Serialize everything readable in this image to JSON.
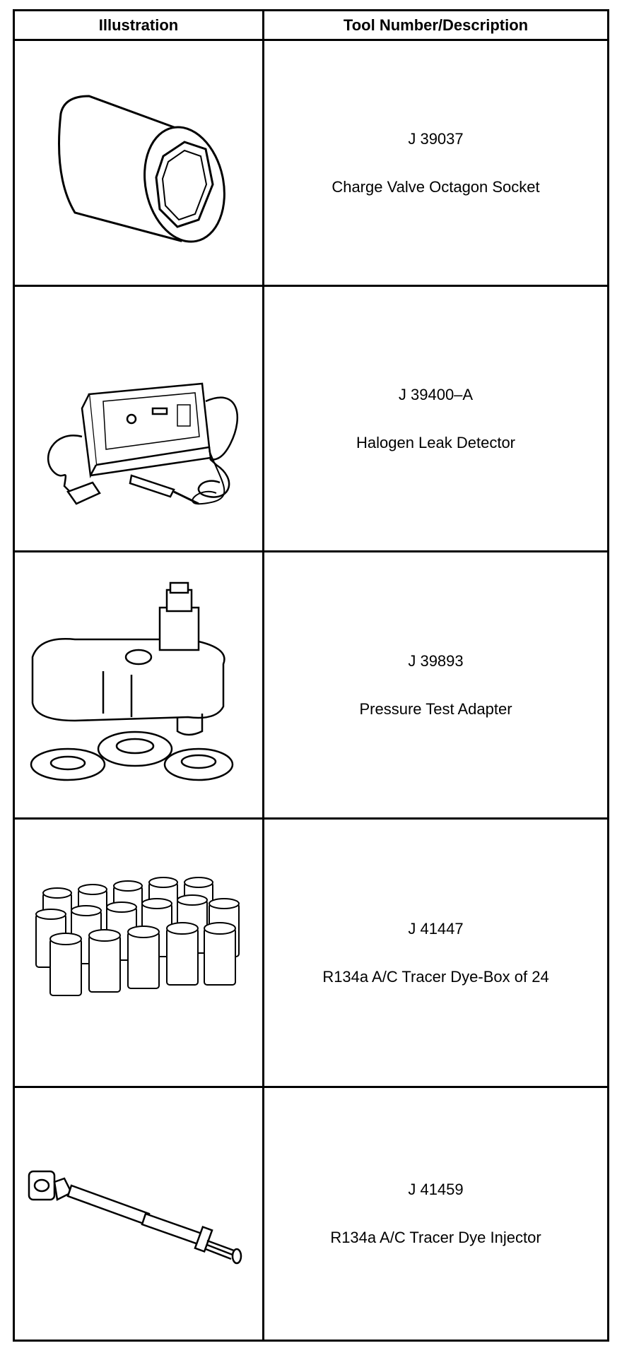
{
  "table": {
    "headers": [
      "Illustration",
      "Tool Number/Description"
    ],
    "rows": [
      {
        "tool_number": "J 39037",
        "description": "Charge Valve Octagon Socket",
        "icon": "octagon-socket-icon"
      },
      {
        "tool_number": "J 39400–A",
        "description": "Halogen Leak Detector",
        "icon": "leak-detector-icon"
      },
      {
        "tool_number": "J 39893",
        "description": "Pressure Test Adapter",
        "icon": "pressure-adapter-icon"
      },
      {
        "tool_number": "J 41447",
        "description": "R134a A/C Tracer Dye-Box of 24",
        "icon": "dye-box-icon"
      },
      {
        "tool_number": "J 41459",
        "description": "R134a A/C Tracer Dye Injector",
        "icon": "dye-injector-icon"
      }
    ]
  }
}
